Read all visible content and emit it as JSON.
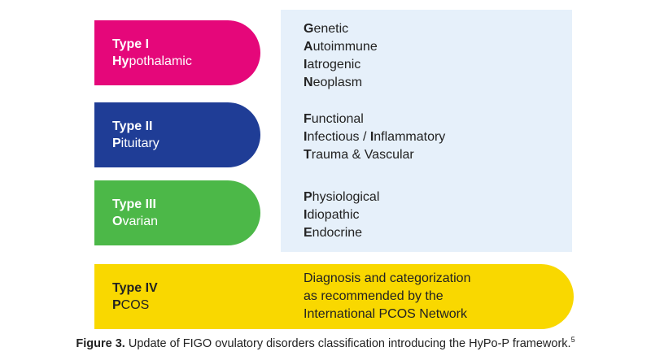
{
  "types": [
    {
      "title": "Type I",
      "bold": "Hy",
      "rest": "pothalamic",
      "color": "#e5077a",
      "items": [
        [
          "G",
          "enetic"
        ],
        [
          "A",
          "utoimmune"
        ],
        [
          "I",
          "atrogenic"
        ],
        [
          "N",
          "eoplasm"
        ]
      ]
    },
    {
      "title": "Type II",
      "bold": "P",
      "rest": "ituitary",
      "color": "#1f3d96",
      "items": [
        [
          "F",
          "unctional"
        ],
        [
          "I",
          "nfectious / "
        ],
        [
          "T",
          "rauma & Vascular"
        ]
      ]
    },
    {
      "title": "Type III",
      "bold": "O",
      "rest": "varian",
      "color": "#4cb848",
      "items": [
        [
          "P",
          "hysiological"
        ],
        [
          "I",
          "diopathic"
        ],
        [
          "E",
          "ndocrine"
        ]
      ]
    },
    {
      "title": "Type IV",
      "bold": "P",
      "rest": "COS",
      "color": "#f9d800",
      "text": [
        "Diagnosis and categorization",
        "as recommended by the",
        "International PCOS Network"
      ]
    }
  ],
  "extra": {
    "bold": "I",
    "rest": "nflammatory"
  },
  "caption": {
    "label": "Figure 3.",
    "text": " Update of FIGO ovulatory disorders classification introducing the HyPo-P framework.",
    "ref": "5"
  }
}
